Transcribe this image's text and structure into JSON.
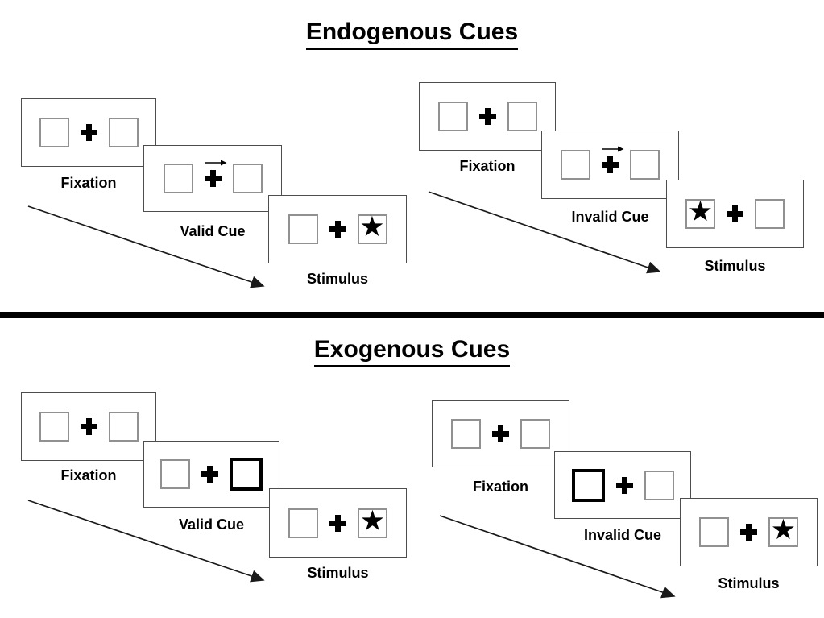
{
  "glyphs": {
    "star": "★"
  },
  "colors": {
    "ink": "#000000",
    "box_border": "#919191",
    "card_border": "#4d4d4d"
  },
  "sections": [
    {
      "title": "Endogenous Cues",
      "panels": [
        {
          "name": "valid",
          "cue_style": "central-arrow-right",
          "stimulus_side": "right",
          "cards": [
            {
              "label": "Fixation"
            },
            {
              "label": "Valid Cue"
            },
            {
              "label": "Stimulus"
            }
          ]
        },
        {
          "name": "invalid",
          "cue_style": "central-arrow-right",
          "stimulus_side": "left",
          "cards": [
            {
              "label": "Fixation"
            },
            {
              "label": "Invalid Cue"
            },
            {
              "label": "Stimulus"
            }
          ]
        }
      ]
    },
    {
      "title": "Exogenous Cues",
      "panels": [
        {
          "name": "valid",
          "cue_style": "thick-box-right",
          "stimulus_side": "right",
          "cards": [
            {
              "label": "Fixation"
            },
            {
              "label": "Valid Cue"
            },
            {
              "label": "Stimulus"
            }
          ]
        },
        {
          "name": "invalid",
          "cue_style": "thick-box-left",
          "stimulus_side": "right",
          "cards": [
            {
              "label": "Fixation"
            },
            {
              "label": "Invalid Cue"
            },
            {
              "label": "Stimulus"
            }
          ]
        }
      ]
    }
  ]
}
